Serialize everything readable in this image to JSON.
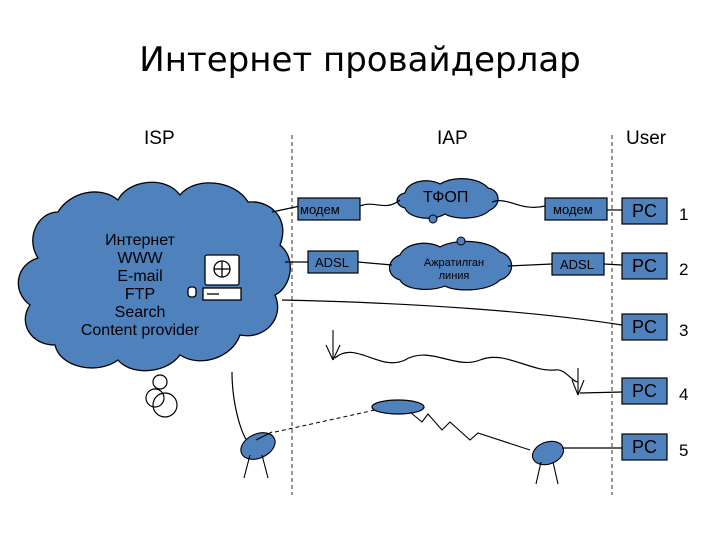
{
  "title": "Интернет провайдерлар",
  "columns": [
    "ISP",
    "IAP",
    "User"
  ],
  "cloud_lines": [
    "Интернет",
    "WWW",
    "E-mail",
    "FTP",
    "Search",
    "Content provider"
  ],
  "modem_label": "модем",
  "adsl_label": "ADSL",
  "tfop_label": "ТФОП",
  "dedicated_line_label": [
    "Ажратилган",
    "линия"
  ],
  "pc_label": "PC",
  "user_numbers": [
    "1",
    "2",
    "3",
    "4",
    "5"
  ],
  "colors": {
    "fill": "#4F81BD",
    "stroke": "#000000",
    "divider": "#555555"
  }
}
